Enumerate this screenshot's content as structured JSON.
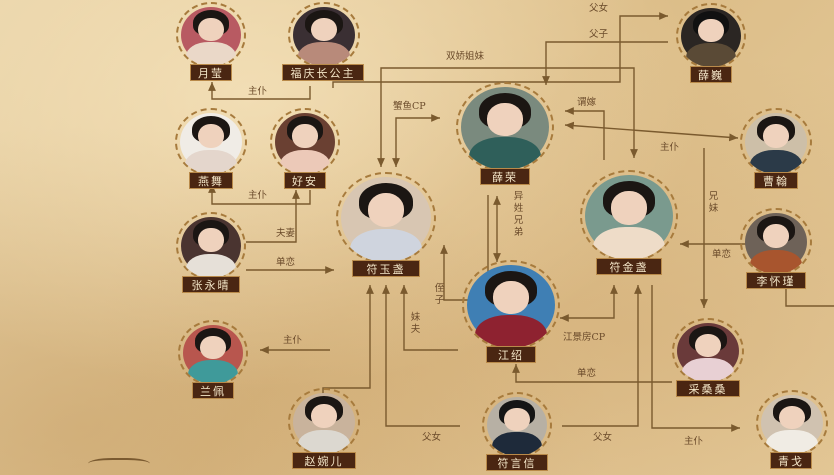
{
  "colors": {
    "line": "#7a5a2e",
    "plate": "#4a2612",
    "plate_text": "#f4e6c8",
    "label": "#6a4a2a"
  },
  "characters": {
    "yuebao": "月莹",
    "fuqing": "福庆长公主",
    "xuewei": "薛巍",
    "yanwu": "燕舞",
    "haoan": "好安",
    "xuerong": "薛荣",
    "caohan": "曹翰",
    "zhangyongqing": "张永晴",
    "fuyuzhan": "符玉盏",
    "fujinzhan": "符金盏",
    "lihuaiyin": "李怀瑾",
    "jiangshao": "江绍",
    "lanpei": "兰佩",
    "caisangsang": "采桑桑",
    "zhaowaner": "赵婉儿",
    "fuyanxin": "符言信",
    "qingge": "青戈"
  },
  "relations": {
    "r_fuqing_xuewei": "父女",
    "r_shuangjiao": "双娇姐妹",
    "r_fuzi": "父子",
    "r_yueying_zhupu": "主仆",
    "r_xieyu": "蟹鱼CP",
    "r_zengjia": "谓嫁",
    "r_caohan_zhupu": "主仆",
    "r_yanwu_zhupu": "主仆",
    "r_fuqi": "夫妻",
    "r_yixing": "异姓兄弟",
    "r_xiongmei": "兄妹",
    "r_zhang_dan": "单恋",
    "r_li_dan": "单恋",
    "r_zhizi": "侄子",
    "r_meifu": "妹夫",
    "r_lanpei_zhupu": "主仆",
    "r_jiangjingfang": "江景房CP",
    "r_cai_dan": "单恋",
    "r_zhao_fuxin": "父女",
    "r_fu_fuxin": "父女",
    "r_qingge_zhupu": "主仆"
  }
}
